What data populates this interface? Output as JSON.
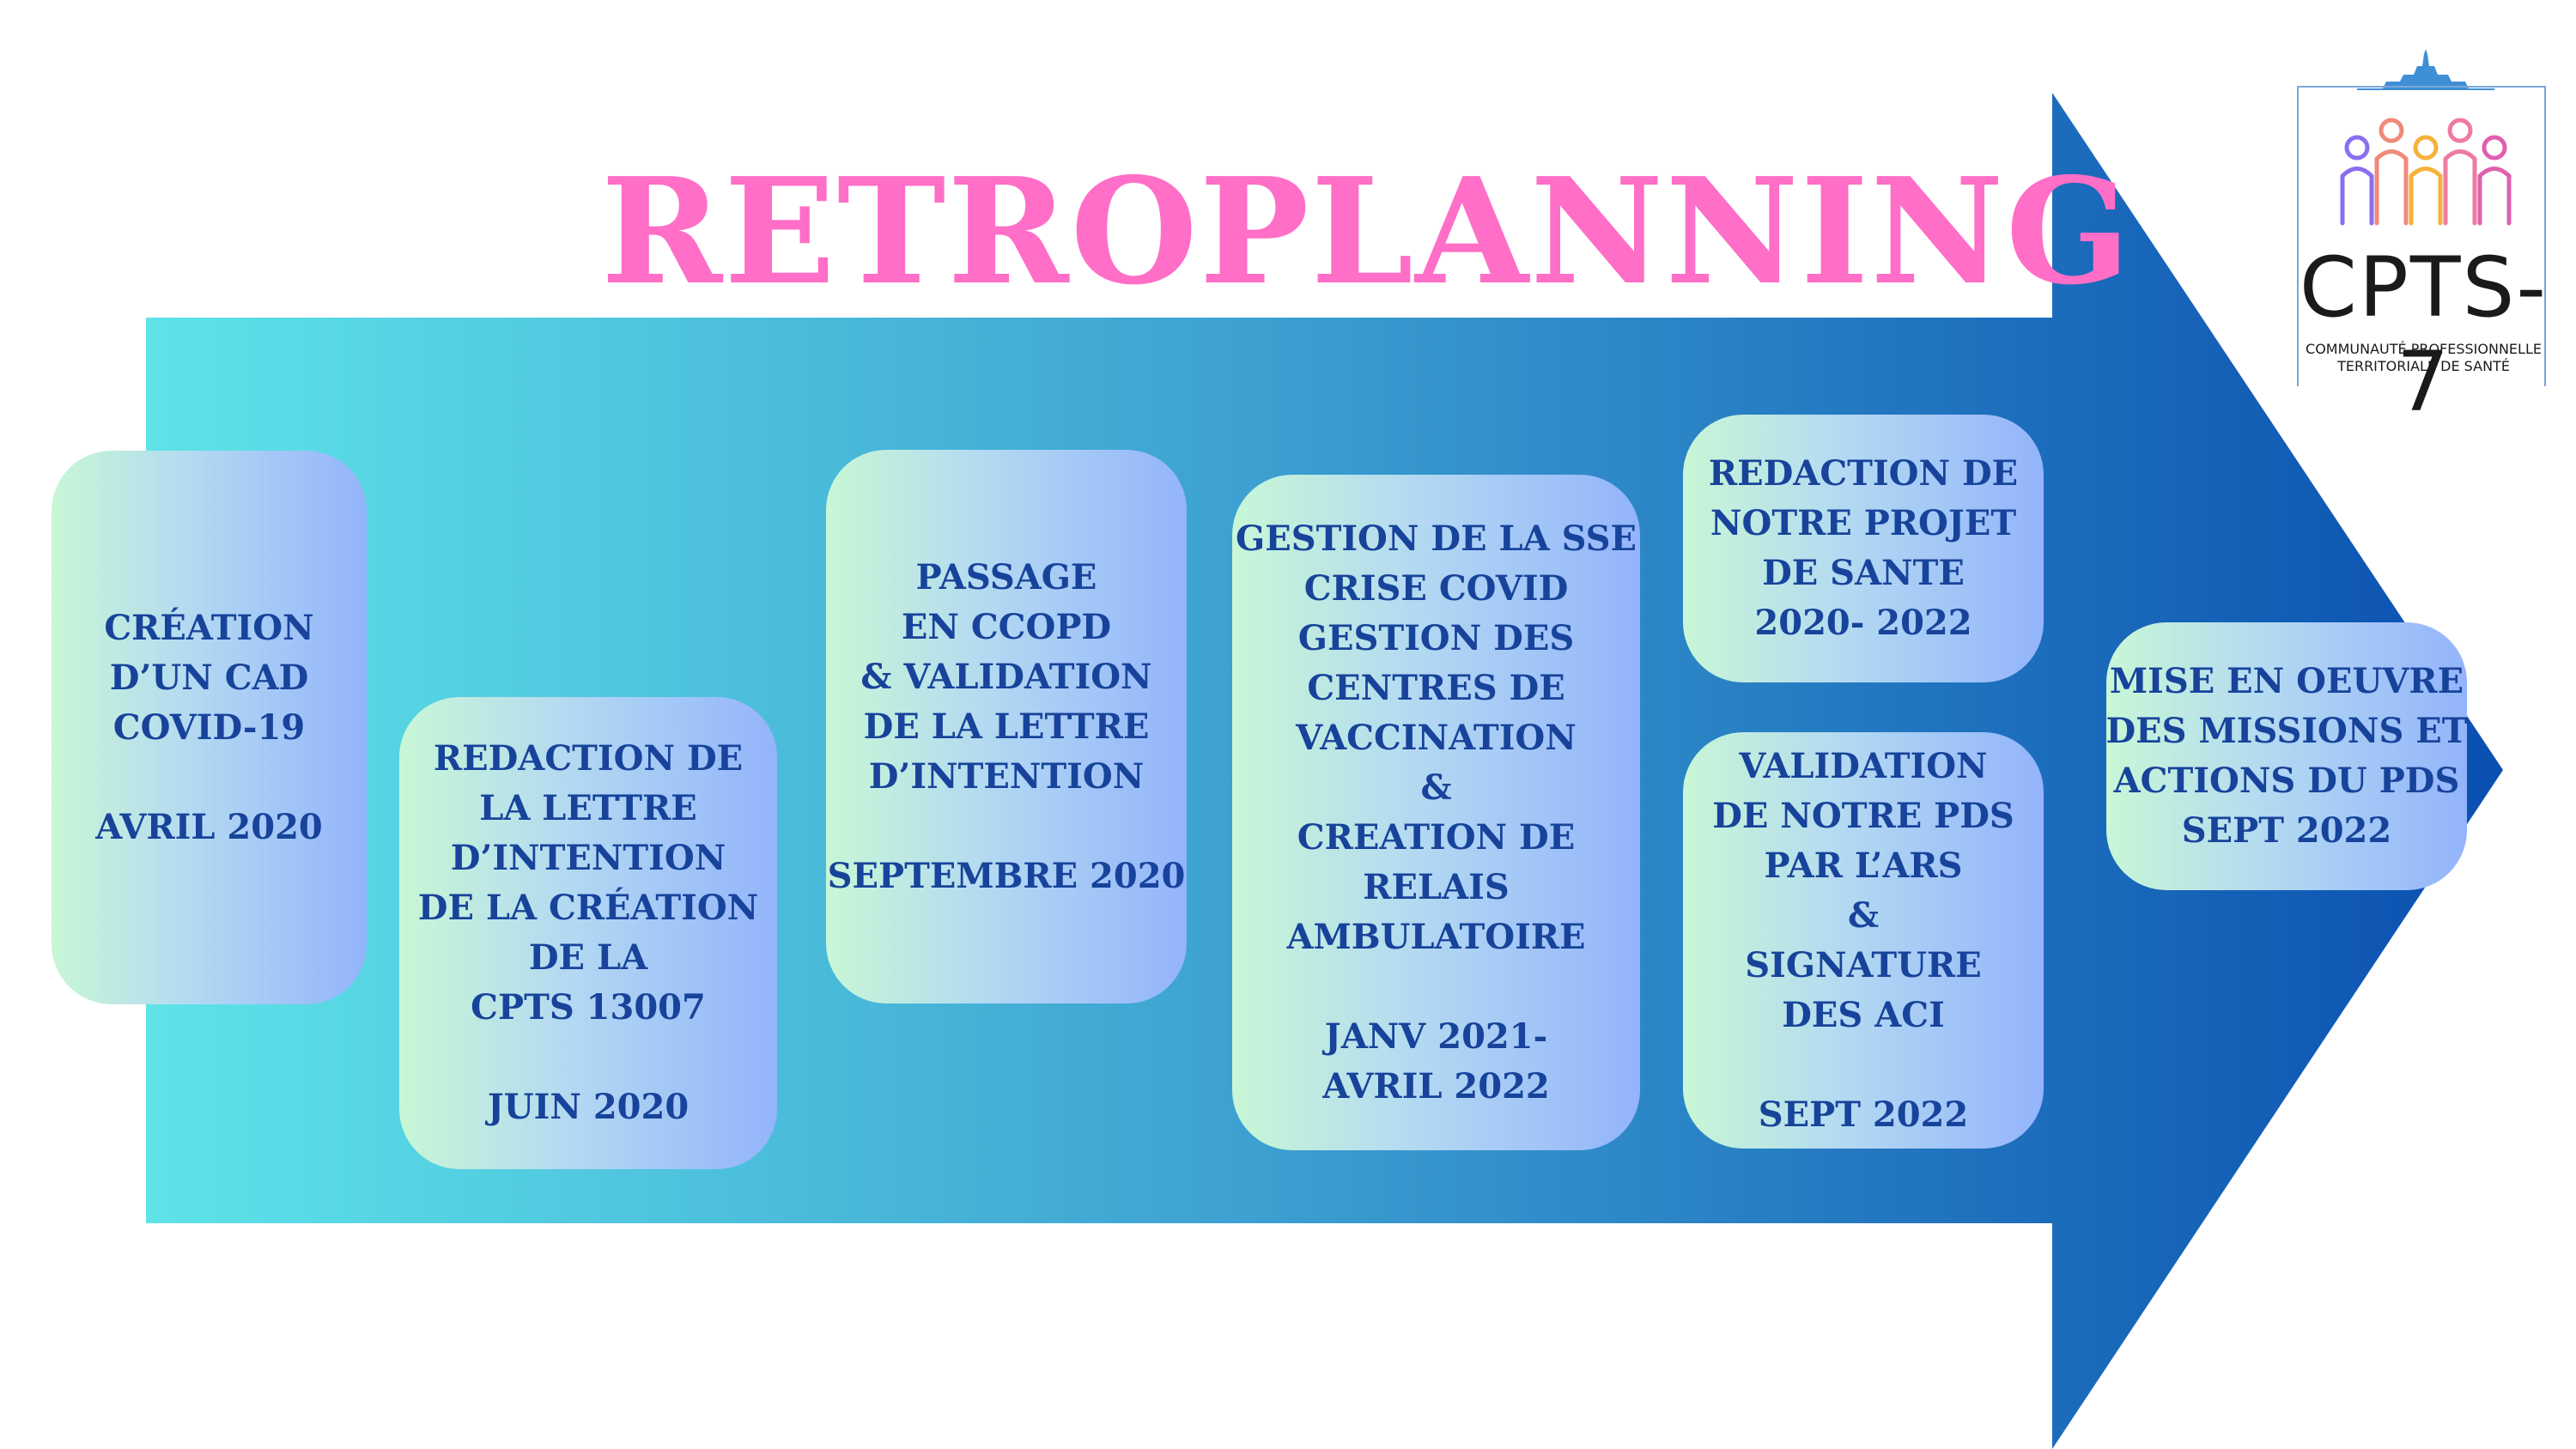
{
  "title": "RETROPLANNING",
  "colors": {
    "title": "#ff6ec7",
    "arrow_start": "#5ee3e8",
    "arrow_end": "#0a4fb0",
    "box_text": "#17439b",
    "box_gradient_start": "#c8f7d6",
    "box_gradient_end": "#93b4fb"
  },
  "milestones": [
    {
      "lines": [
        "CRÉATION",
        "D’UN CAD",
        "COVID-19",
        "",
        "AVRIL 2020"
      ]
    },
    {
      "lines": [
        "REDACTION DE",
        "LA LETTRE",
        "D’INTENTION",
        "DE LA CRÉATION",
        "DE LA",
        "CPTS 13007",
        "",
        "JUIN 2020"
      ]
    },
    {
      "lines": [
        "PASSAGE",
        "EN CCOPD",
        "& VALIDATION",
        "DE LA LETTRE",
        "D’INTENTION",
        "",
        "SEPTEMBRE 2020"
      ]
    },
    {
      "lines": [
        "GESTION DE LA SSE",
        "CRISE COVID",
        "GESTION DES",
        "CENTRES DE",
        "VACCINATION",
        "&",
        "CREATION DE",
        "RELAIS",
        "AMBULATOIRE",
        "",
        "JANV 2021-",
        "AVRIL 2022"
      ]
    },
    {
      "lines": [
        "REDACTION DE",
        "NOTRE PROJET",
        "DE SANTE",
        "2020- 2022"
      ]
    },
    {
      "lines": [
        "VALIDATION",
        "DE NOTRE PDS",
        "PAR L’ARS",
        "&",
        "SIGNATURE",
        "DES ACI",
        "",
        "SEPT 2022"
      ]
    },
    {
      "lines": [
        "MISE EN OEUVRE",
        "DES MISSIONS ET",
        "ACTIONS DU PDS",
        "SEPT 2022"
      ]
    }
  ],
  "logo": {
    "name": "CPTS-7",
    "subtitle": [
      "COMMUNAUTÉ PROFESSIONNELLE",
      "TERRITORIALE DE SANTÉ"
    ],
    "icon": "people-group-icon",
    "skyline_icon": "basilica-skyline-icon"
  }
}
